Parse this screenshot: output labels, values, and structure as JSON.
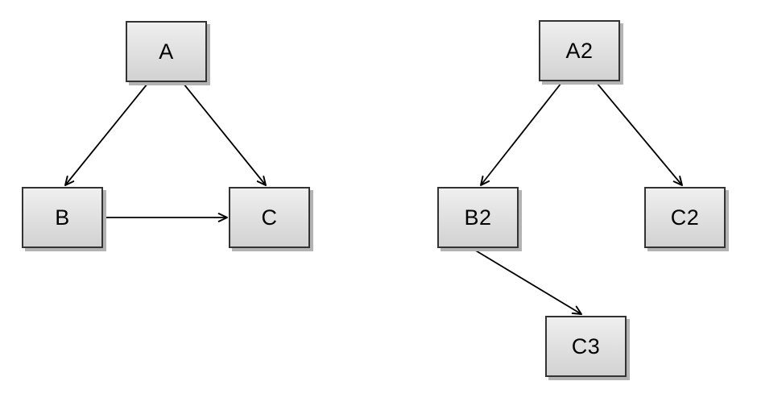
{
  "diagram": {
    "description": "Two directed node-link graphs on a white canvas",
    "colors": {
      "background": "#ffffff",
      "node_fill_top": "#efefef",
      "node_fill_bottom": "#d2d2d2",
      "node_border": "#333333",
      "node_shadow": "#b3b3b3",
      "edge": "#000000",
      "text": "#000000"
    },
    "graphs": [
      {
        "id": "left",
        "nodes": [
          {
            "id": "A",
            "label": "A"
          },
          {
            "id": "B",
            "label": "B"
          },
          {
            "id": "C",
            "label": "C"
          }
        ],
        "edges": [
          {
            "from": "A",
            "to": "B"
          },
          {
            "from": "A",
            "to": "C"
          },
          {
            "from": "B",
            "to": "C"
          }
        ]
      },
      {
        "id": "right",
        "nodes": [
          {
            "id": "A2",
            "label": "A2"
          },
          {
            "id": "B2",
            "label": "B2"
          },
          {
            "id": "C2",
            "label": "C2"
          },
          {
            "id": "C3",
            "label": "C3"
          }
        ],
        "edges": [
          {
            "from": "A2",
            "to": "B2"
          },
          {
            "from": "A2",
            "to": "C2"
          },
          {
            "from": "B2",
            "to": "C3"
          }
        ]
      }
    ]
  }
}
